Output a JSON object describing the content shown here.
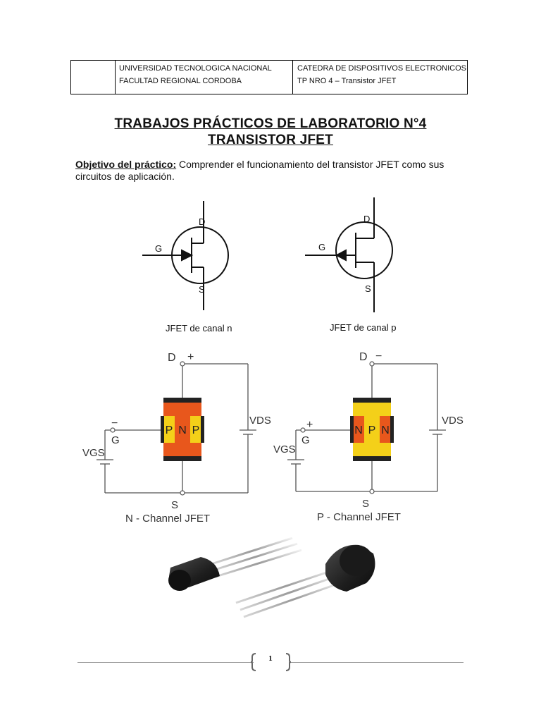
{
  "header": {
    "left_line1": "UNIVERSIDAD TECNOLOGICA NACIONAL",
    "left_line2": "FACULTAD REGIONAL CORDOBA",
    "right_line1": "CATEDRA DE DISPOSITIVOS ELECTRONICOS",
    "right_line2": "TP NRO 4 – Transistor JFET"
  },
  "title": {
    "line1": "TRABAJOS PRÁCTICOS DE LABORATORIO N°4",
    "line2": "TRANSISTOR JFET"
  },
  "objective": {
    "label": "Objetivo del práctico:",
    "text": " Comprender el funcionamiento del transistor JFET como sus circuitos de aplicación."
  },
  "symbols": {
    "n": {
      "drain": "D",
      "gate": "G",
      "source": "S",
      "caption": "JFET de canal n"
    },
    "p": {
      "drain": "D",
      "gate": "G",
      "source": "S",
      "caption": "JFET de canal p"
    }
  },
  "circuits": {
    "n": {
      "drain_label": "D",
      "drain_sign": "+",
      "gate_label": "G",
      "gate_sign": "−",
      "source_label": "S",
      "vgs": "VGS",
      "vds": "VDS",
      "layers": [
        "P",
        "N",
        "P"
      ],
      "caption": "N - Channel JFET"
    },
    "p": {
      "drain_label": "D",
      "drain_sign": "−",
      "gate_label": "G",
      "gate_sign": "+",
      "source_label": "S",
      "vgs": "VGS",
      "vds": "VDS",
      "layers": [
        "N",
        "P",
        "N"
      ],
      "caption": "P - Channel JFET"
    }
  },
  "colors": {
    "orange": "#e8571c",
    "yellow": "#f4d019"
  },
  "footer": {
    "page": "1"
  }
}
